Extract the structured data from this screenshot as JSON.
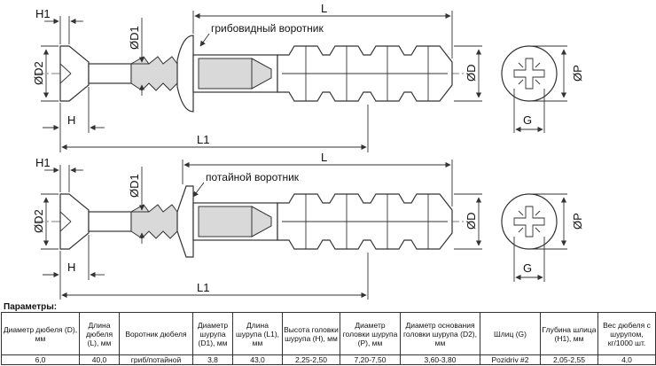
{
  "drawing": {
    "labels": {
      "H1": "H1",
      "D1": "ØD1",
      "D2": "ØD2",
      "L": "L",
      "D": "ØD",
      "P": "ØP",
      "H": "H",
      "L1": "L1",
      "G": "G"
    },
    "variants": [
      {
        "collar_note": "грибовидный воротник"
      },
      {
        "collar_note": "потайной воротник"
      }
    ]
  },
  "params": {
    "title": "Параметры:",
    "headers": [
      "Диаметр дюбеля (D), мм",
      "Длина дюбеля (L), мм",
      "Воротник дюбеля",
      "Диаметр шурупа (D1), мм",
      "Длина шурупа (L1), мм",
      "Высота головки шурупа (H), мм",
      "Диаметр головки шурупа (P), мм",
      "Диаметр основания головки шурупа (D2), мм",
      "Шлиц (G)",
      "Глубина шлица (H1), мм",
      "Вес дюбеля с шурупом, кг/1000 шт."
    ],
    "rows": [
      [
        "6,0",
        "40,0",
        "гриб/потайной",
        "3,8",
        "43,0",
        "2,25-2,50",
        "7,20-7,50",
        "3,60-3,80",
        "Pozidriv #2",
        "2,05-2,55",
        "4,0"
      ]
    ]
  }
}
